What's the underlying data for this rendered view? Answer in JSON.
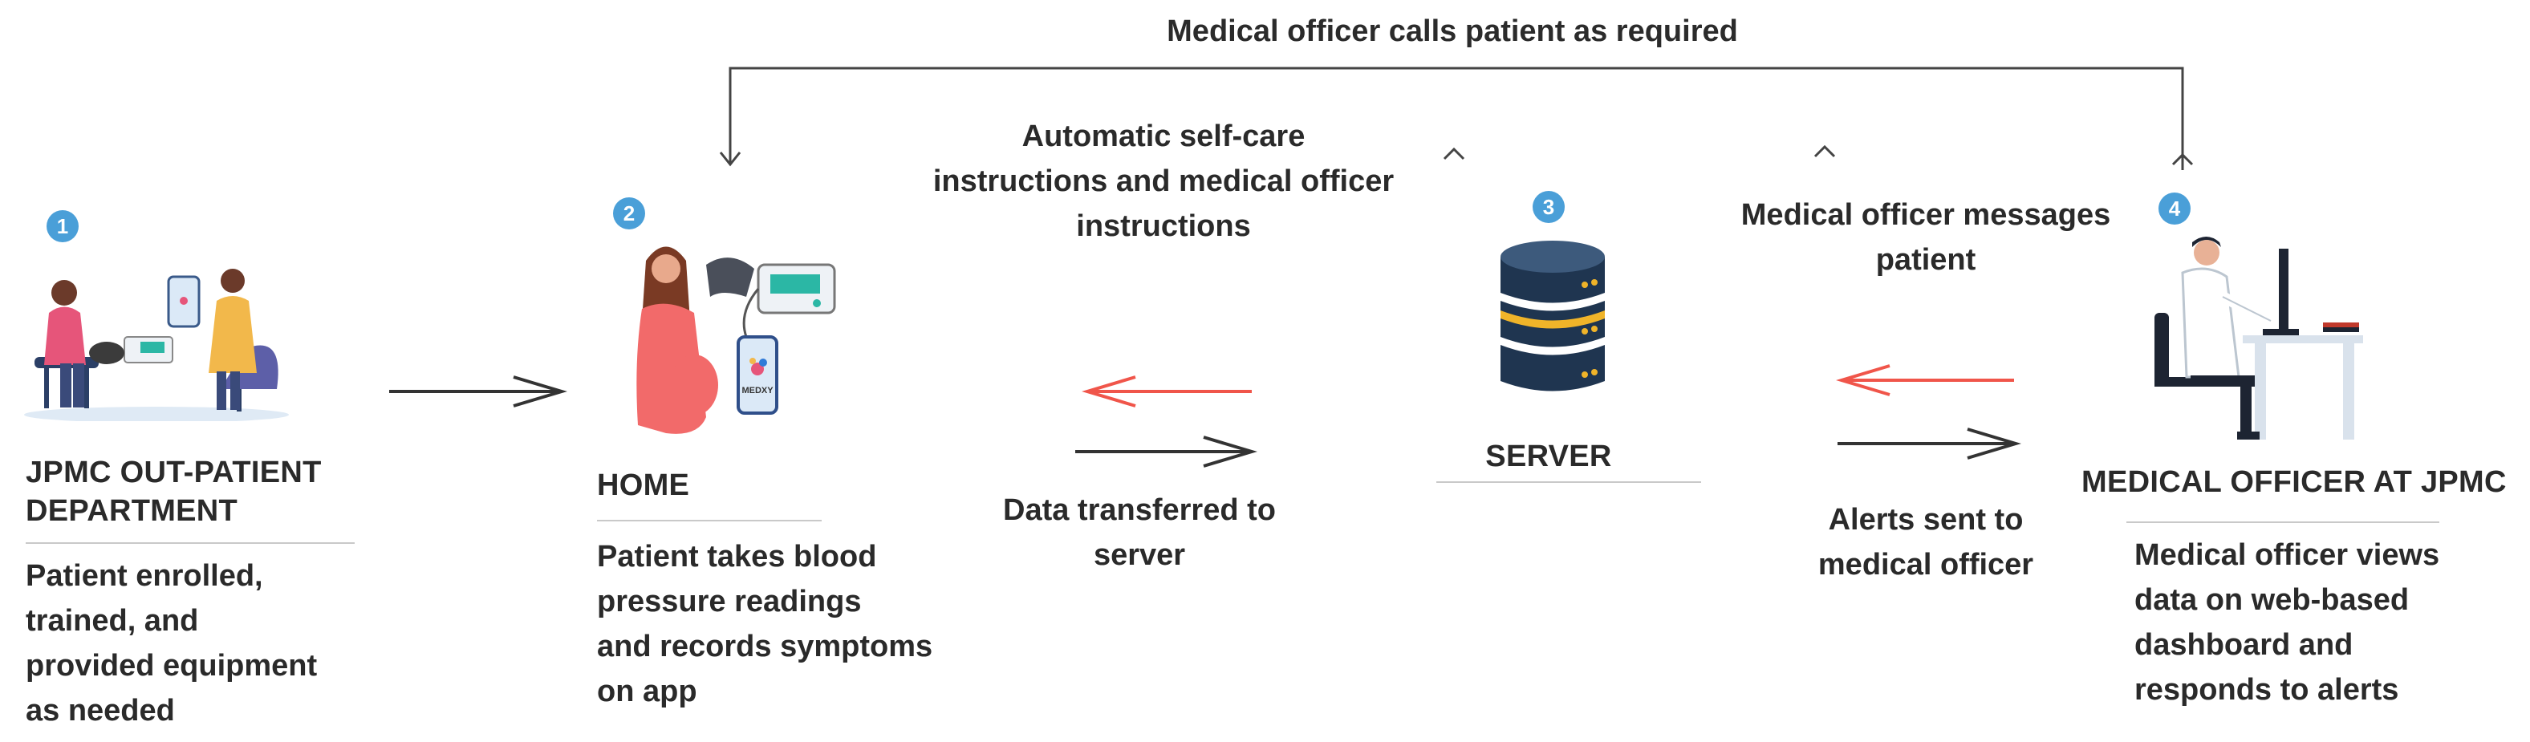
{
  "top_label": "Medical officer calls patient as required",
  "steps": [
    {
      "badge": "1",
      "title": "JPMC OUT-PATIENT DEPARTMENT",
      "lines": [
        "Patient enrolled,",
        "trained, and",
        "provided equipment",
        "as needed"
      ]
    },
    {
      "badge": "2",
      "title": "HOME",
      "lines": [
        "Patient takes blood",
        "pressure readings",
        "and records symptoms",
        "on app"
      ]
    },
    {
      "badge": "3",
      "title": "SERVER"
    },
    {
      "badge": "4",
      "title": "MEDICAL OFFICER AT JPMC",
      "lines": [
        "Medical officer views",
        "data on web-based",
        "dashboard and",
        "responds to alerts"
      ]
    }
  ],
  "step1_title_lines": [
    "JPMC OUT-PATIENT",
    "DEPARTMENT"
  ],
  "label_auto": [
    "Automatic self-care",
    "instructions and medical officer",
    "instructions"
  ],
  "label_data": [
    "Data transferred to",
    "server"
  ],
  "label_msg": [
    "Medical officer messages",
    "patient"
  ],
  "label_alerts": [
    "Alerts sent to",
    "medical officer"
  ],
  "app_label": "MEDXY",
  "colors": {
    "badge": "#4a9fd8",
    "red_arrow": "#f0554a",
    "dark_arrow": "#333333"
  }
}
